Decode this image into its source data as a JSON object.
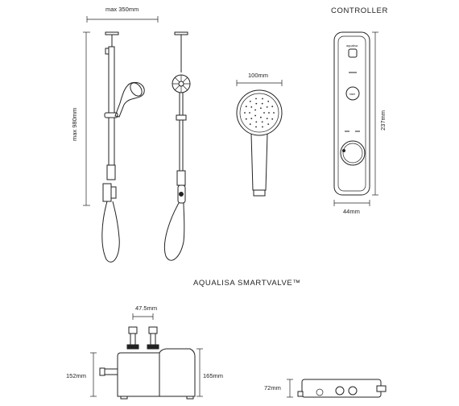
{
  "headings": {
    "controller": "CONTROLLER",
    "product": "AQUALISA SMARTVALVE™"
  },
  "dimensions": {
    "max_width": "max 350mm",
    "max_height": "max 980mm",
    "head_diameter": "100mm",
    "controller_height": "237mm",
    "controller_width": "44mm",
    "valve_inlet_spacing": "47.5mm",
    "valve_height_a": "152mm",
    "valve_height_b": "165mm",
    "valve_depth": "72mm"
  },
  "controller_panel": {
    "brand_mark": "aqualisa",
    "button_label": "start"
  },
  "icons": {
    "rail": "shower-rail-front-icon",
    "rail_side": "shower-rail-side-icon",
    "head": "shower-head-icon",
    "controller": "controller-panel-icon",
    "valve_front": "valve-front-icon",
    "valve_top": "valve-top-icon"
  }
}
